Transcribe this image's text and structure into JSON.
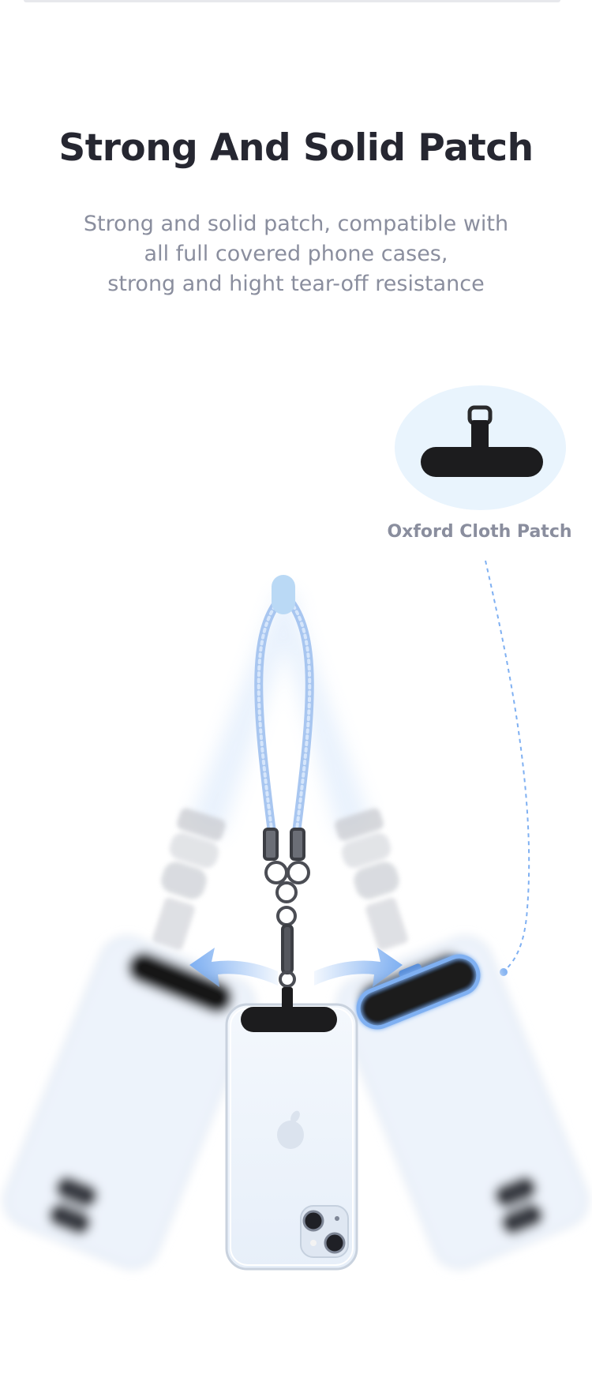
{
  "heading": {
    "title": "Strong And Solid Patch",
    "lines": [
      "Strong and solid patch, compatible with",
      "all full covered phone cases,",
      "strong and hight tear-off resistance"
    ]
  },
  "callout": {
    "label": "Oxford Cloth Patch"
  },
  "colors": {
    "title": "#262731",
    "subtitle": "#8a8e9e",
    "accent": "#7fb0f2",
    "bubble": "#e9f4fd",
    "patch": "#1c1c1e"
  }
}
